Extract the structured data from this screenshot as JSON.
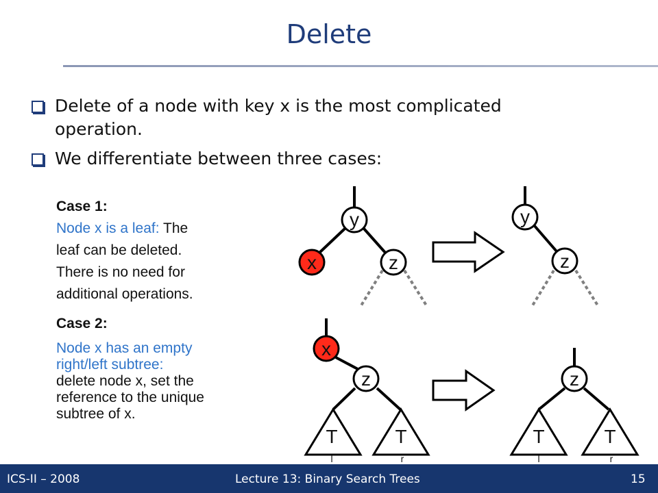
{
  "slide": {
    "title": "Delete",
    "bullets": [
      {
        "line1": "Delete of a node with key x is the most complicated",
        "line2": "operation."
      },
      {
        "line1": "We differentiate between three cases:"
      }
    ]
  },
  "case1": {
    "heading": "Case 1:",
    "highlight": "Node x is a leaf:",
    "rest_inline": " The",
    "lines": [
      "leaf can be deleted.",
      "There is no need for",
      "additional operations."
    ]
  },
  "case2": {
    "heading": "Case 2:",
    "highlight_lines": [
      "Node x has an empty",
      "right/left subtree:"
    ],
    "lines": [
      "delete node x, set the",
      "reference to the unique",
      "subtree of x."
    ]
  },
  "diagram": {
    "colors": {
      "deleted_node": "#ff2a1a",
      "node": "#ffffff",
      "edge": "#000000",
      "dotted_edge": "#808080"
    },
    "case1_before": {
      "root_label": "y",
      "left_label": "x",
      "right_label": "z"
    },
    "case1_after": {
      "root_label": "y",
      "right_label": "z"
    },
    "case2_before": {
      "top_label": "x",
      "middle_label": "z",
      "left_subtree_label": "T",
      "left_subtree_sub": "l",
      "right_subtree_label": "T",
      "right_subtree_sub": "r"
    },
    "case2_after": {
      "middle_label": "z",
      "left_subtree_label": "T",
      "left_subtree_sub": "l",
      "right_subtree_label": "T",
      "right_subtree_sub": "r"
    }
  },
  "footer": {
    "left": "ICS-II – 2008",
    "center": "Lecture 13: Binary Search Trees",
    "page": "15"
  }
}
